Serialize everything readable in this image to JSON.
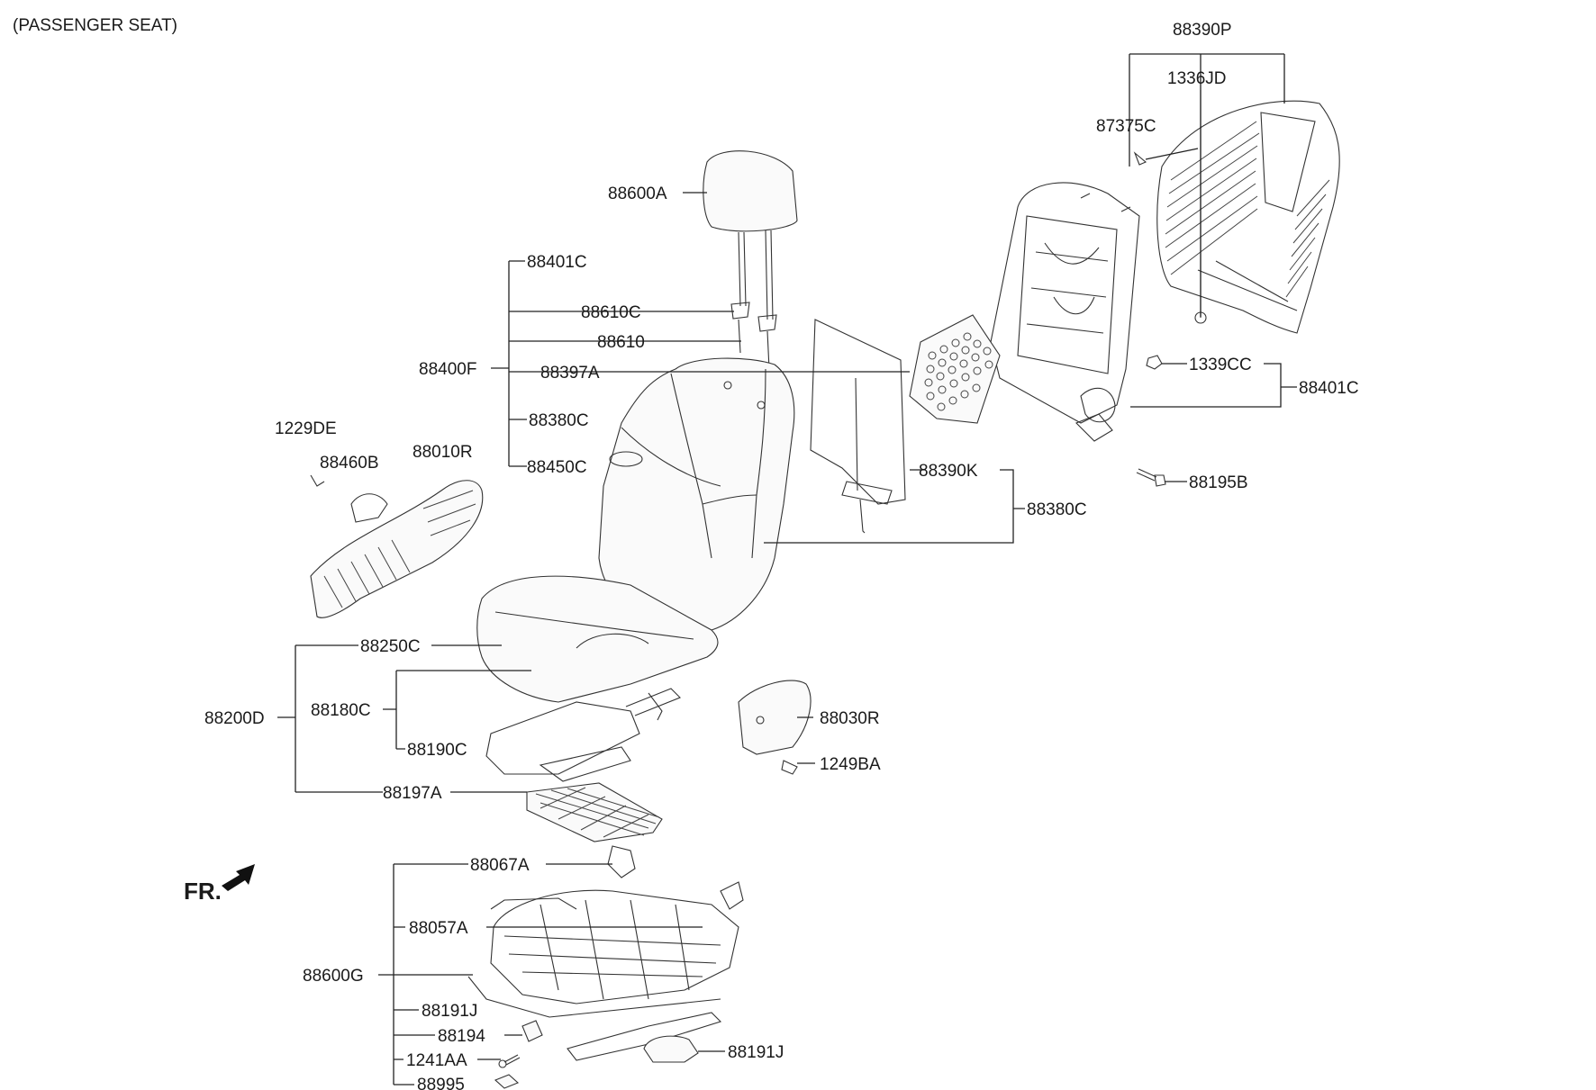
{
  "title": "(PASSENGER SEAT)",
  "front_marker": "FR.",
  "labels": {
    "p88390P": "88390P",
    "p1336JD": "1336JD",
    "p87375C": "87375C",
    "p88600A": "88600A",
    "p88401C_a": "88401C",
    "p88610C": "88610C",
    "p88610": "88610",
    "p88400F": "88400F",
    "p88397A": "88397A",
    "p88380C_a": "88380C",
    "p88450C": "88450C",
    "p1229DE": "1229DE",
    "p88460B": "88460B",
    "p88010R": "88010R",
    "p1339CC": "1339CC",
    "p88401C_b": "88401C",
    "p88195B": "88195B",
    "p88390K": "88390K",
    "p88380C_b": "88380C",
    "p88250C": "88250C",
    "p88200D": "88200D",
    "p88180C": "88180C",
    "p88190C": "88190C",
    "p88030R": "88030R",
    "p1249BA": "1249BA",
    "p88197A": "88197A",
    "p88067A": "88067A",
    "p88057A": "88057A",
    "p88600G": "88600G",
    "p88191J_a": "88191J",
    "p88194": "88194",
    "p1241AA": "1241AA",
    "p88995": "88995",
    "p88191J_b": "88191J"
  }
}
